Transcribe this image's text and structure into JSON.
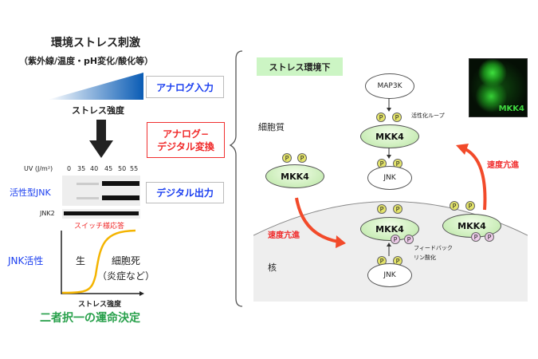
{
  "left": {
    "title": "環境ストレス刺激",
    "subtitle": "（紫外線/温度・pH変化/酸化等）",
    "analog_input": "アナログ入力",
    "stress_intensity": "ストレス強度",
    "conversion_line1": "アナログ−",
    "conversion_line2": "デジタル変換",
    "uv_label": "UV (J/m²)",
    "uv_doses": [
      "0",
      "35",
      "40",
      "45",
      "50",
      "55"
    ],
    "active_jnk": "活性型JNK",
    "jnk2": "JNK2",
    "digital_output": "デジタル出力",
    "switch_response": "スイッチ様応答",
    "jnk_activity": "JNK活性",
    "survival": "生",
    "cell_death": "細胞死",
    "inflammation": "（炎症など）",
    "x_axis": "ストレス強度",
    "fate": "二者択一の運命決定",
    "colors": {
      "blue": "#1a3ef0",
      "red": "#f02828",
      "green": "#27a04a",
      "orange": "#f4b400"
    }
  },
  "right": {
    "condition": "ストレス環境下",
    "cytoplasm": "細胞質",
    "nucleus": "核",
    "map3k": "MAP3K",
    "mkk4": "MKK4",
    "jnk": "JNK",
    "p": "P",
    "activation_loop": "活性化ループ",
    "feedback_line1": "フィードバック",
    "feedback_line2": "リン酸化",
    "speed_up": "速度亢進",
    "micrograph_label": "MKK4"
  }
}
